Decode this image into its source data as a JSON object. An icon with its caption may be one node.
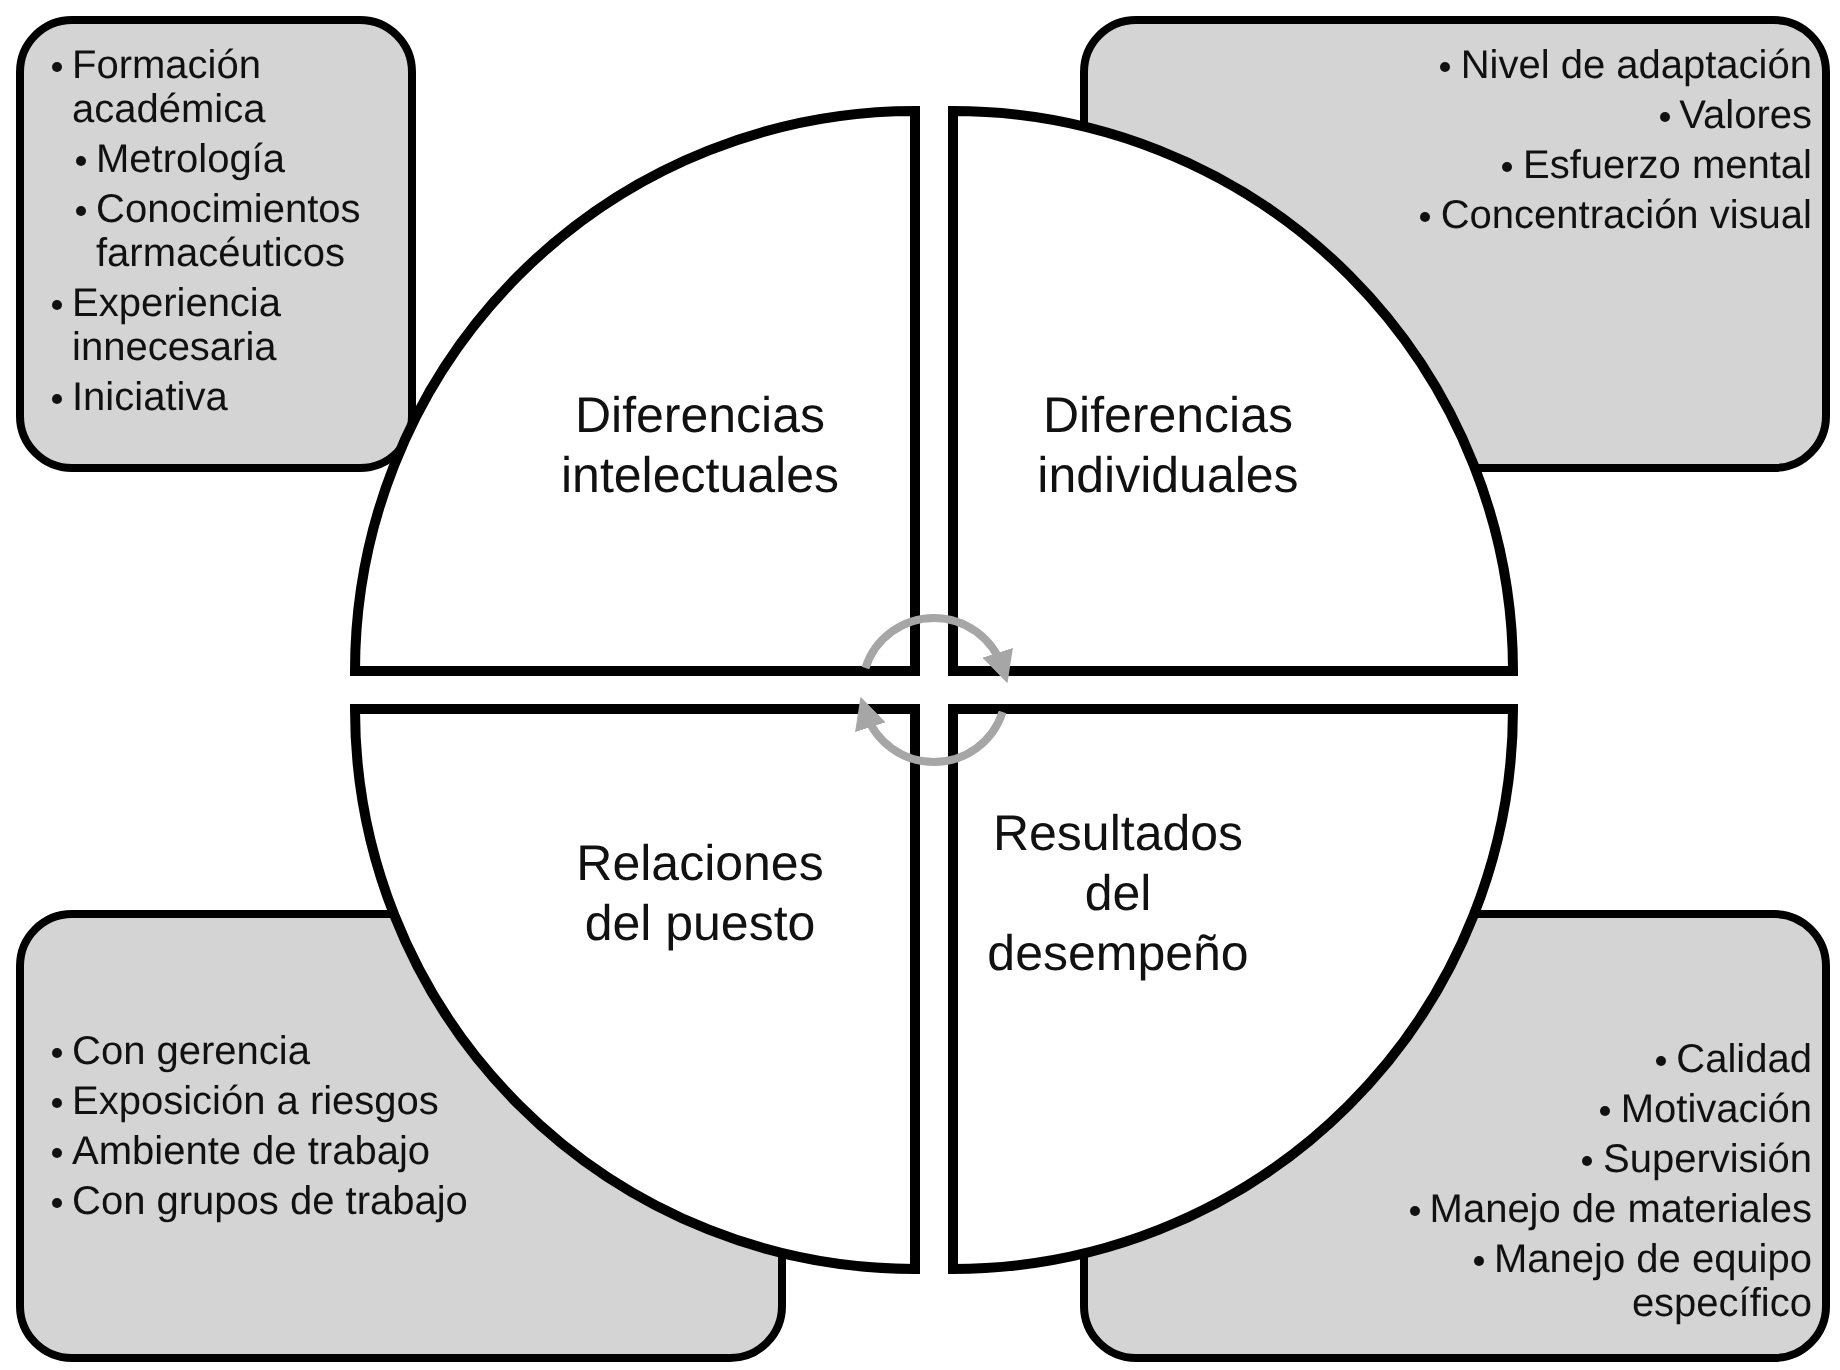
{
  "diagram": {
    "nodes": [
      {
        "text": [
          "Formación académica",
          "Metrología",
          "Conocimientos farmacéuticos",
          "Experiencia innecesaria",
          "Iniciativa"
        ]
      },
      {
        "text": [
          "Nivel de adaptación",
          "Valores",
          "Esfuerzo mental",
          "Concentración visual"
        ]
      },
      {
        "text": [
          "Diferencias intelectuales"
        ]
      },
      {
        "text": [
          "Diferencias individuales"
        ]
      },
      {
        "text": [
          "Relaciones del puesto"
        ]
      },
      {
        "text": [
          "Resultados del desempeño"
        ]
      },
      {
        "text": [
          "Con gerencia",
          "Exposición a riesgos",
          "Ambiente de trabajo",
          "Con grupos de trabajo"
        ]
      },
      {
        "text": [
          "Calidad",
          "Motivación",
          "Supervisión",
          "Manejo de materiales",
          "Manejo de equipo específico"
        ]
      }
    ],
    "edges": [
      {
        "from": 2,
        "to": 3,
        "arrow": "to",
        "color": "#a6a6a6"
      },
      {
        "from": 5,
        "to": 4,
        "arrow": "to",
        "color": "#a6a6a6"
      }
    ]
  }
}
